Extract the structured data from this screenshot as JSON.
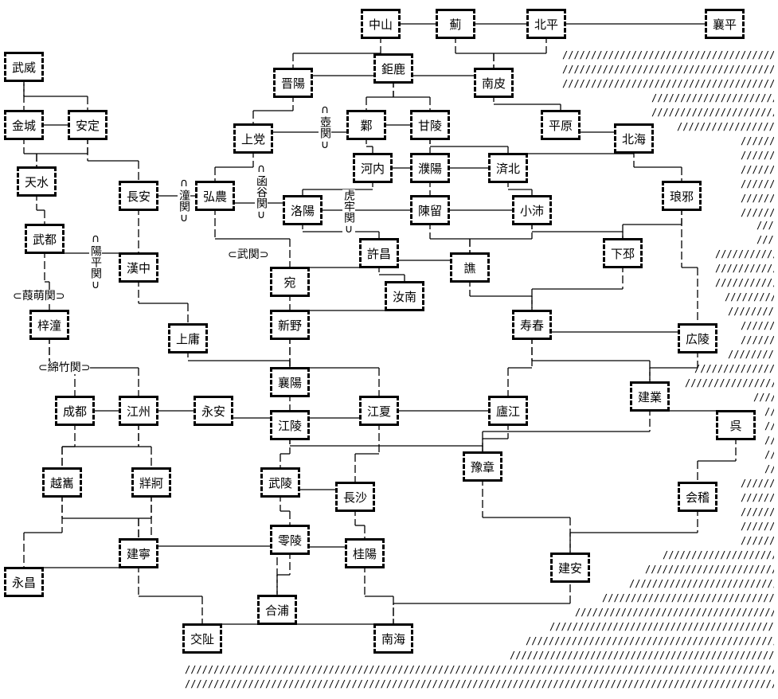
{
  "cities": [
    "中山",
    "薊",
    "北平",
    "襄平",
    "武威",
    "晋陽",
    "鉅鹿",
    "南皮",
    "金城",
    "安定",
    "上党",
    "鄴",
    "甘陵",
    "平原",
    "北海",
    "天水",
    "長安",
    "弘農",
    "河内",
    "濮陽",
    "済北",
    "洛陽",
    "陳留",
    "小沛",
    "琅邪",
    "武都",
    "許昌",
    "譙",
    "下邳",
    "漢中",
    "宛",
    "汝南",
    "梓潼",
    "新野",
    "寿春",
    "広陵",
    "上庸",
    "襄陽",
    "建業",
    "成都",
    "江州",
    "永安",
    "江陵",
    "江夏",
    "廬江",
    "呉",
    "豫章",
    "越巂",
    "牂牁",
    "武陵",
    "長沙",
    "会稽",
    "零陵",
    "桂陽",
    "建寧",
    "建安",
    "永昌",
    "合浦",
    "交阯",
    "南海"
  ],
  "passes": {
    "tongguan": "∩潼関∪",
    "hanguguan": "∩函谷関∪",
    "huguan": "∩壺関∪",
    "hulaoguan": "虎牢関∪",
    "yangpingguan": "∩陽平関∪",
    "wuguan": "⊂武関⊃",
    "jiamengguan": "⊂葭萌関⊃",
    "mianzhuguan": "⊂綿竹関⊃"
  },
  "connections": [
    [
      "中山",
      "薊"
    ],
    [
      "薊",
      "北平"
    ],
    [
      "北平",
      "襄平"
    ],
    [
      "中山",
      "晋陽"
    ],
    [
      "晋陽",
      "鉅鹿"
    ],
    [
      "薊",
      "南皮"
    ],
    [
      "北平",
      "南皮"
    ],
    [
      "鉅鹿",
      "鄴"
    ],
    [
      "鉅鹿",
      "南皮"
    ],
    [
      "鉅鹿",
      "甘陵"
    ],
    [
      "南皮",
      "平原"
    ],
    [
      "晋陽",
      "上党"
    ],
    [
      "上党",
      "鄴"
    ],
    [
      "上党",
      "弘農"
    ],
    [
      "鄴",
      "甘陵"
    ],
    [
      "鄴",
      "河内"
    ],
    [
      "甘陵",
      "済北"
    ],
    [
      "甘陵",
      "濮陽"
    ],
    [
      "平原",
      "北海"
    ],
    [
      "北海",
      "済北"
    ],
    [
      "北海",
      "琅邪"
    ],
    [
      "河内",
      "濮陽"
    ],
    [
      "河内",
      "洛陽"
    ],
    [
      "濮陽",
      "済北"
    ],
    [
      "濮陽",
      "陳留"
    ],
    [
      "済北",
      "小沛"
    ],
    [
      "金城",
      "武威"
    ],
    [
      "武威",
      "安定"
    ],
    [
      "金城",
      "安定"
    ],
    [
      "金城",
      "天水"
    ],
    [
      "安定",
      "天水"
    ],
    [
      "安定",
      "長安"
    ],
    [
      "天水",
      "武都"
    ],
    [
      "長安",
      "弘農"
    ],
    [
      "弘農",
      "洛陽"
    ],
    [
      "弘農",
      "宛"
    ],
    [
      "長安",
      "漢中"
    ],
    [
      "武都",
      "漢中"
    ],
    [
      "武都",
      "梓潼"
    ],
    [
      "洛陽",
      "陳留"
    ],
    [
      "洛陽",
      "許昌"
    ],
    [
      "陳留",
      "小沛"
    ],
    [
      "陳留",
      "譙"
    ],
    [
      "小沛",
      "下邳"
    ],
    [
      "小沛",
      "譙"
    ],
    [
      "琅邪",
      "下邳"
    ],
    [
      "琅邪",
      "広陵"
    ],
    [
      "許昌",
      "宛"
    ],
    [
      "許昌",
      "譙"
    ],
    [
      "許昌",
      "汝南"
    ],
    [
      "汝南",
      "新野"
    ],
    [
      "譙",
      "寿春"
    ],
    [
      "下邳",
      "寿春"
    ],
    [
      "寿春",
      "広陵"
    ],
    [
      "寿春",
      "廬江"
    ],
    [
      "寿春",
      "建業"
    ],
    [
      "広陵",
      "建業"
    ],
    [
      "建業",
      "呉"
    ],
    [
      "建業",
      "豫章"
    ],
    [
      "呉",
      "会稽"
    ],
    [
      "宛",
      "新野"
    ],
    [
      "新野",
      "襄陽"
    ],
    [
      "新野",
      "江夏"
    ],
    [
      "漢中",
      "上庸"
    ],
    [
      "上庸",
      "襄陽"
    ],
    [
      "梓潼",
      "江州"
    ],
    [
      "梓潼",
      "成都"
    ],
    [
      "成都",
      "江州"
    ],
    [
      "江州",
      "永安"
    ],
    [
      "永安",
      "江陵"
    ],
    [
      "襄陽",
      "江陵"
    ],
    [
      "江陵",
      "江夏"
    ],
    [
      "江陵",
      "豫章"
    ],
    [
      "江夏",
      "廬江"
    ],
    [
      "江夏",
      "長沙"
    ],
    [
      "廬江",
      "豫章"
    ],
    [
      "豫章",
      "建安"
    ],
    [
      "会稽",
      "建安"
    ],
    [
      "成都",
      "越巂"
    ],
    [
      "江州",
      "越巂"
    ],
    [
      "江州",
      "牂牁"
    ],
    [
      "江陵",
      "武陵"
    ],
    [
      "武陵",
      "長沙"
    ],
    [
      "武陵",
      "零陵"
    ],
    [
      "長沙",
      "桂陽"
    ],
    [
      "零陵",
      "桂陽"
    ],
    [
      "越巂",
      "永昌"
    ],
    [
      "越巂",
      "建寧"
    ],
    [
      "牂牁",
      "建寧"
    ],
    [
      "牂牁",
      "合浦"
    ],
    [
      "建寧",
      "永昌"
    ],
    [
      "建寧",
      "交阯"
    ],
    [
      "零陵",
      "合浦"
    ],
    [
      "合浦",
      "交阯"
    ],
    [
      "合浦",
      "南海"
    ],
    [
      "桂陽",
      "南海"
    ],
    [
      "南海",
      "建安"
    ]
  ]
}
